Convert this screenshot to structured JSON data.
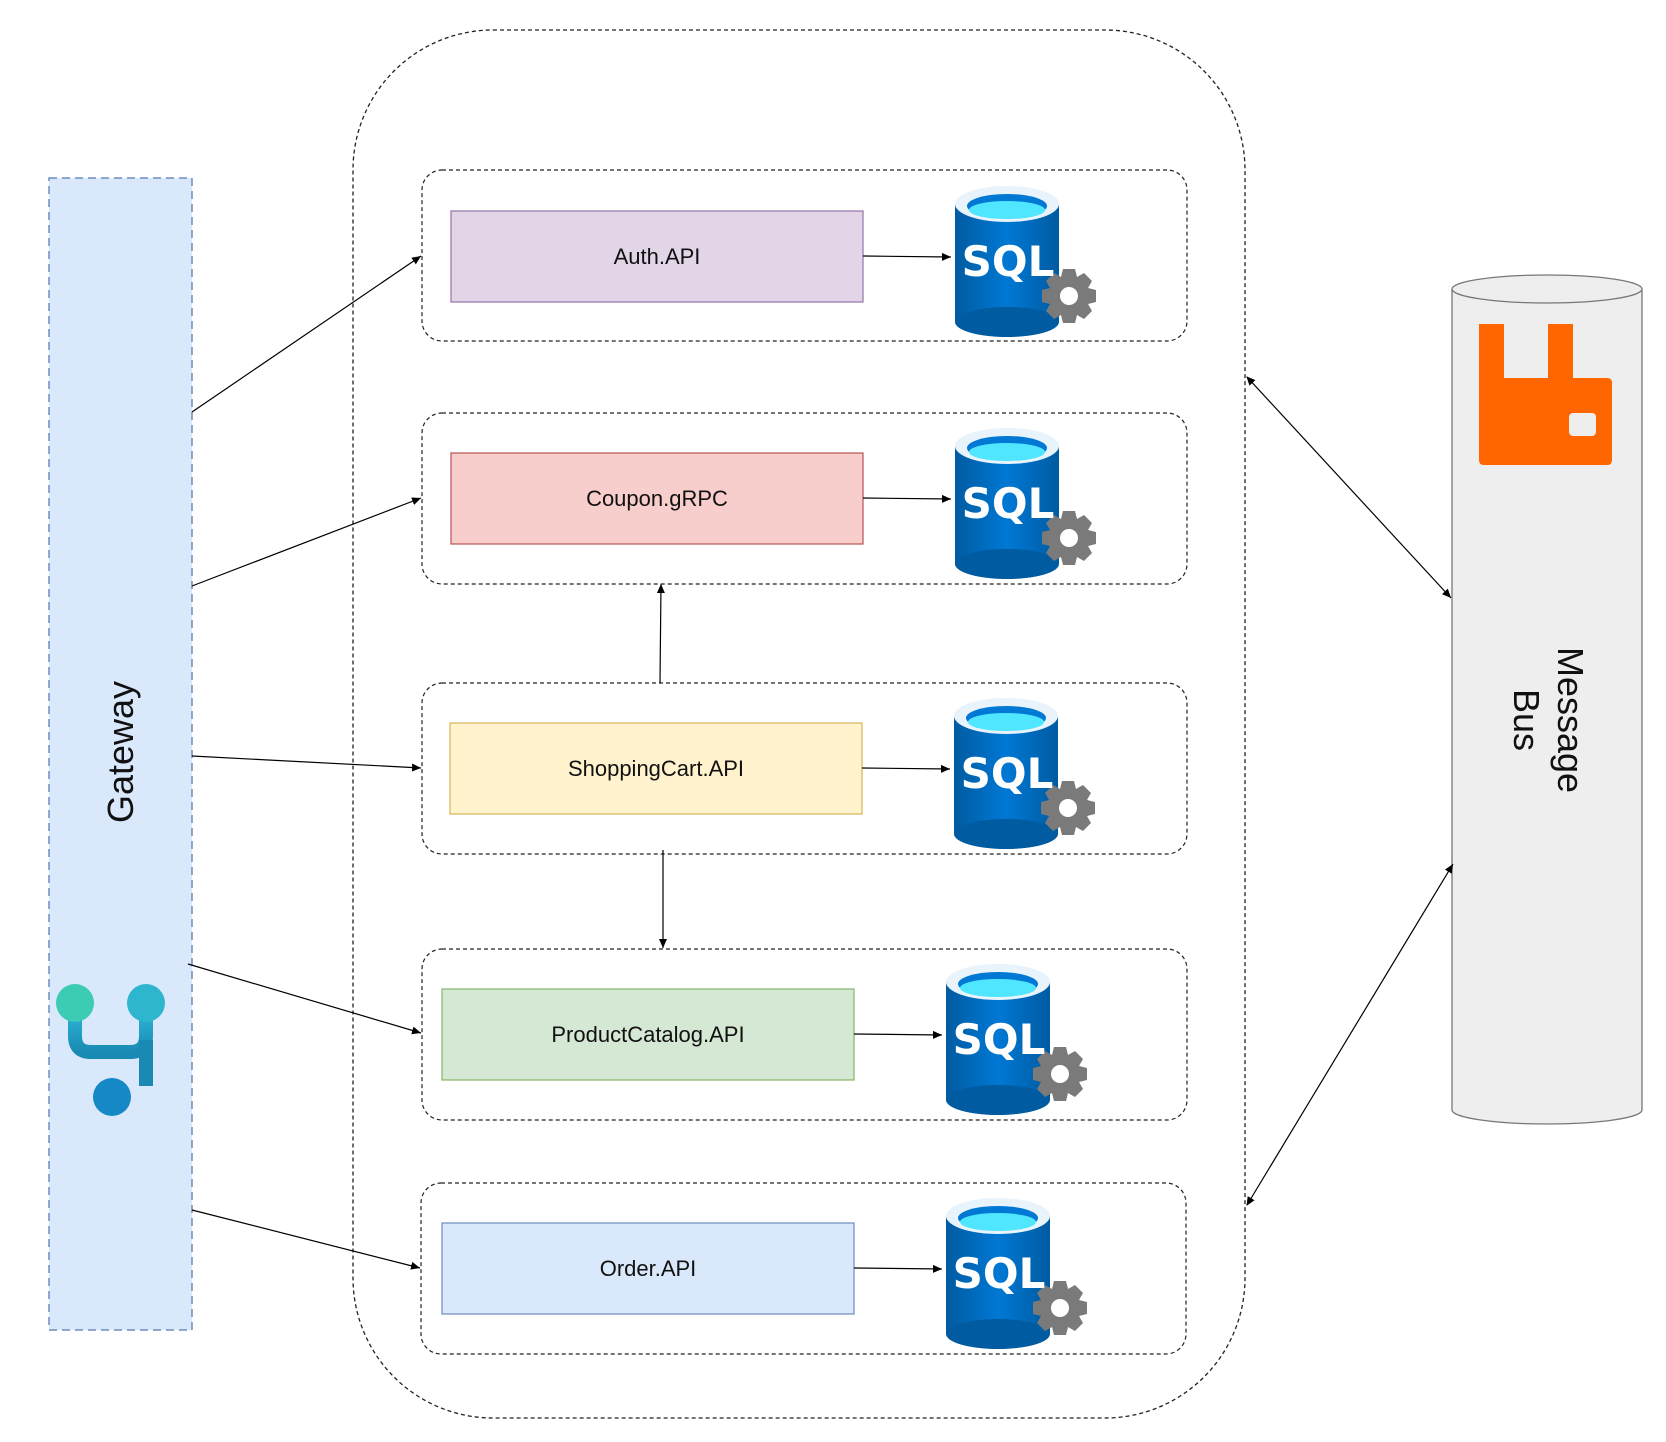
{
  "gateway": {
    "label": "Gateway",
    "icon": "api-gateway-icon",
    "fill": "#dae8fc",
    "stroke": "#6c8ebf"
  },
  "message_bus": {
    "label_line1": "Message",
    "label_line2": "Bus",
    "icon": "rabbitmq-icon",
    "fill": "#eeeeee",
    "logo_color": "#ff6600"
  },
  "services": [
    {
      "name": "Auth.API",
      "fill": "#e1d5e7",
      "stroke": "#9673a6",
      "db": "SQL"
    },
    {
      "name": "Coupon.gRPC",
      "fill": "#f8cecc",
      "stroke": "#b85450",
      "db": "SQL"
    },
    {
      "name": "ShoppingCart.API",
      "fill": "#fff2cc",
      "stroke": "#d6b656",
      "db": "SQL"
    },
    {
      "name": "ProductCatalog.API",
      "fill": "#d5e8d4",
      "stroke": "#82b366",
      "db": "SQL"
    },
    {
      "name": "Order.API",
      "fill": "#dae8fc",
      "stroke": "#6c8ebf",
      "db": "SQL"
    }
  ]
}
